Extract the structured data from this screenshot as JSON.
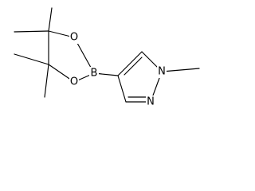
{
  "structure": {
    "atoms": {
      "o_top": "O",
      "o_bottom": "O",
      "boron": "B",
      "n_methyl": "N",
      "n_ring": "N"
    }
  },
  "colors": {
    "background": "#ffffff",
    "bond": "#000000",
    "label": "#000000"
  }
}
